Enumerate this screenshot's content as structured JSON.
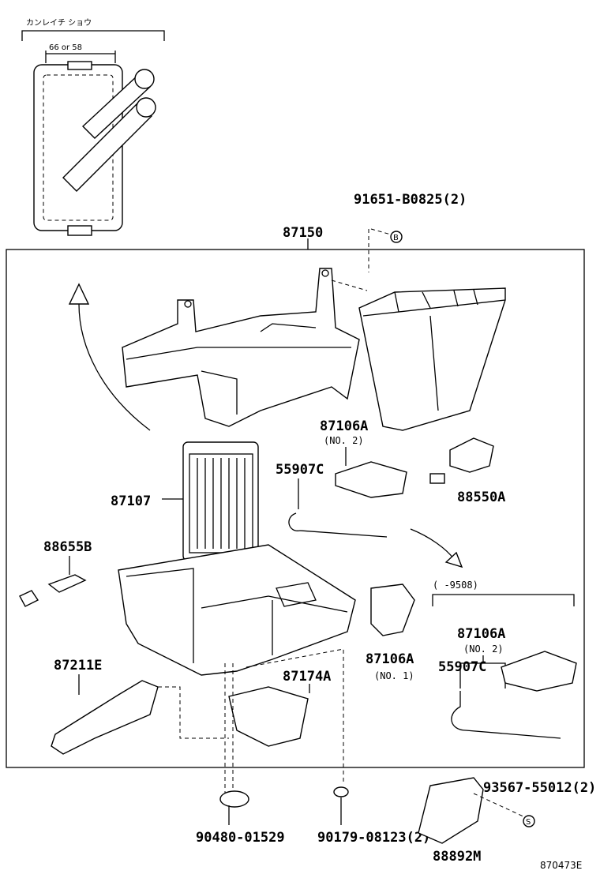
{
  "inset": {
    "title": "カンレイチ ショウ",
    "dimension": "66 or 58"
  },
  "labels": {
    "p91651": "91651-B0825(2)",
    "p87150": "87150",
    "p87106a_no2_top": "87106A",
    "p87106a_no2_top_sub": "(NO. 2)",
    "p55907c_top": "55907C",
    "p88550a": "88550A",
    "p87107": "87107",
    "p88655b": "88655B",
    "range": "(      -9508)",
    "p87106a_no2_right": "87106A",
    "p87106a_no2_right_sub": "(NO. 2)",
    "p87106a_no1": "87106A",
    "p87106a_no1_sub": "(NO. 1)",
    "p55907c_right": "55907C",
    "p87211e": "87211E",
    "p87174a": "87174A",
    "p93567": "93567-55012(2)",
    "p90480": "90480-01529",
    "p90179": "90179-08123(2)",
    "p88892m": "88892M",
    "ref_code": "870473E"
  },
  "markers": {
    "b": "B",
    "s": "S"
  }
}
